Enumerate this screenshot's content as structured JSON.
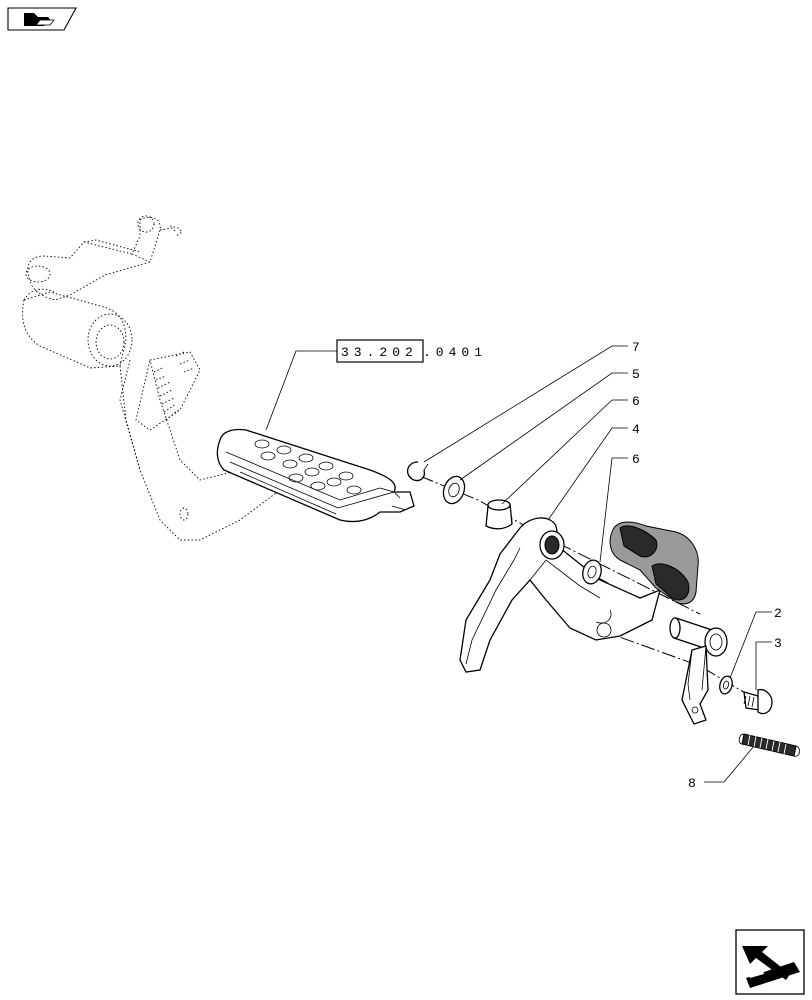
{
  "reference": {
    "boxed_text": "33.202",
    "suffix_text": ".0401"
  },
  "callouts": [
    "7",
    "5",
    "6",
    "4",
    "6",
    "2",
    "3",
    "8"
  ],
  "icons": {
    "top_left": "folder-book-icon",
    "bottom_right": "next-page-arrow-icon"
  }
}
